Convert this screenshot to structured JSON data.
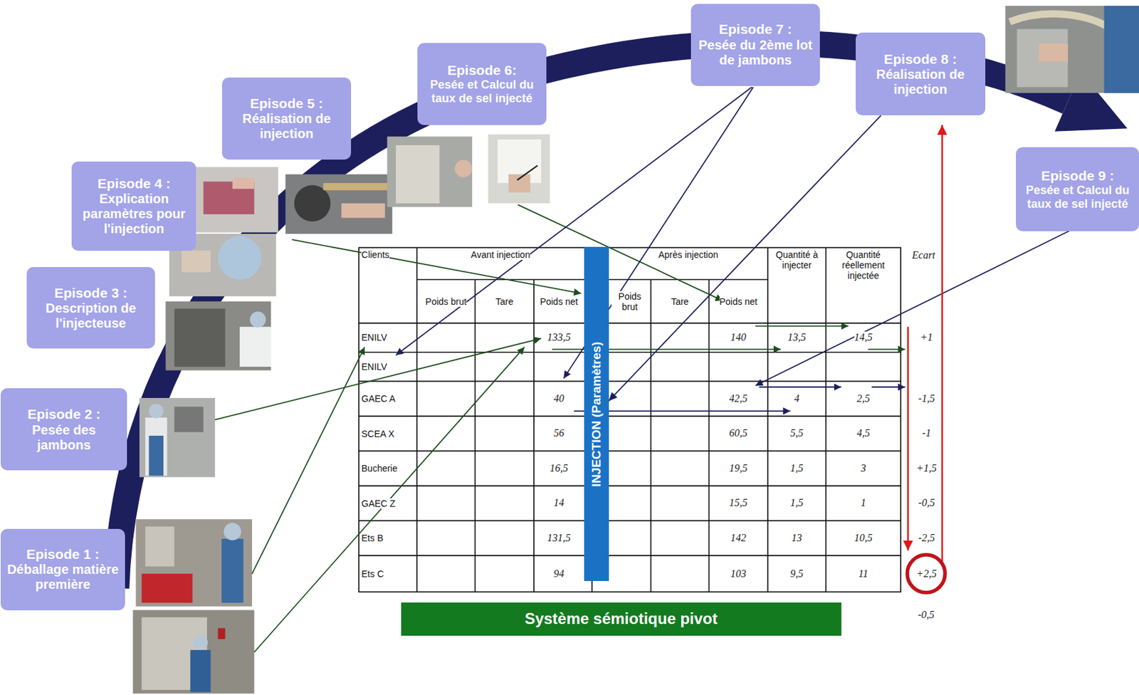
{
  "diagram": {
    "nodes": [
      {
        "text": [
          "Episode 1 :",
          "Déballage matière première"
        ]
      },
      {
        "text": [
          "Episode 2 :",
          "Pesée des jambons"
        ]
      },
      {
        "text": [
          "Episode 3 :",
          "Description de l'injecteuse"
        ]
      },
      {
        "text": [
          "Episode 4 :",
          "Explication paramètres pour l'injection"
        ]
      },
      {
        "text": [
          "Episode 5 :",
          "Réalisation de injection"
        ]
      },
      {
        "text": [
          "Episode 6:",
          "Pesée et Calcul du taux de sel injecté"
        ]
      },
      {
        "text": [
          "Episode 7 :",
          "Pesée du 2ème lot de jambons"
        ]
      },
      {
        "text": [
          "Episode 8 :",
          "Réalisation de injection"
        ]
      },
      {
        "text": [
          "Episode 9 :",
          "Pesée et Calcul du taux de sel injecté"
        ]
      },
      {
        "text": [
          "INJECTION (Paramètres)"
        ]
      },
      {
        "text": [
          "Système sémiotique pivot"
        ]
      }
    ],
    "edges": [
      {
        "from": 7,
        "to": 9,
        "arrow": "to"
      }
    ],
    "labels": [
      "Clients",
      "Avant injection",
      "Après injection",
      "Quantité à injecter",
      "Quantité réellement injectée",
      "Ecart",
      "Poids brut",
      "Tare",
      "Poids net",
      "Poids brut",
      "Tare",
      "Poids net",
      "ENILV",
      "133,5",
      "140",
      "13,5",
      "14,5",
      "+1",
      "ENILV",
      "GAEC A",
      "40",
      "42,5",
      "4",
      "2,5",
      "-1,5",
      "SCEA X",
      "56",
      "60,5",
      "5,5",
      "4,5",
      "-1",
      "Bucherie",
      "16,5",
      "19,5",
      "1,5",
      "3",
      "+1,5",
      "GAEC Z",
      "14",
      "15,5",
      "1,5",
      "1",
      "-0,5",
      "Ets B",
      "131,5",
      "142",
      "13",
      "10,5",
      "-2,5",
      "Ets C",
      "94",
      "103",
      "9,5",
      "11",
      "+2,5",
      "-0,5"
    ]
  }
}
